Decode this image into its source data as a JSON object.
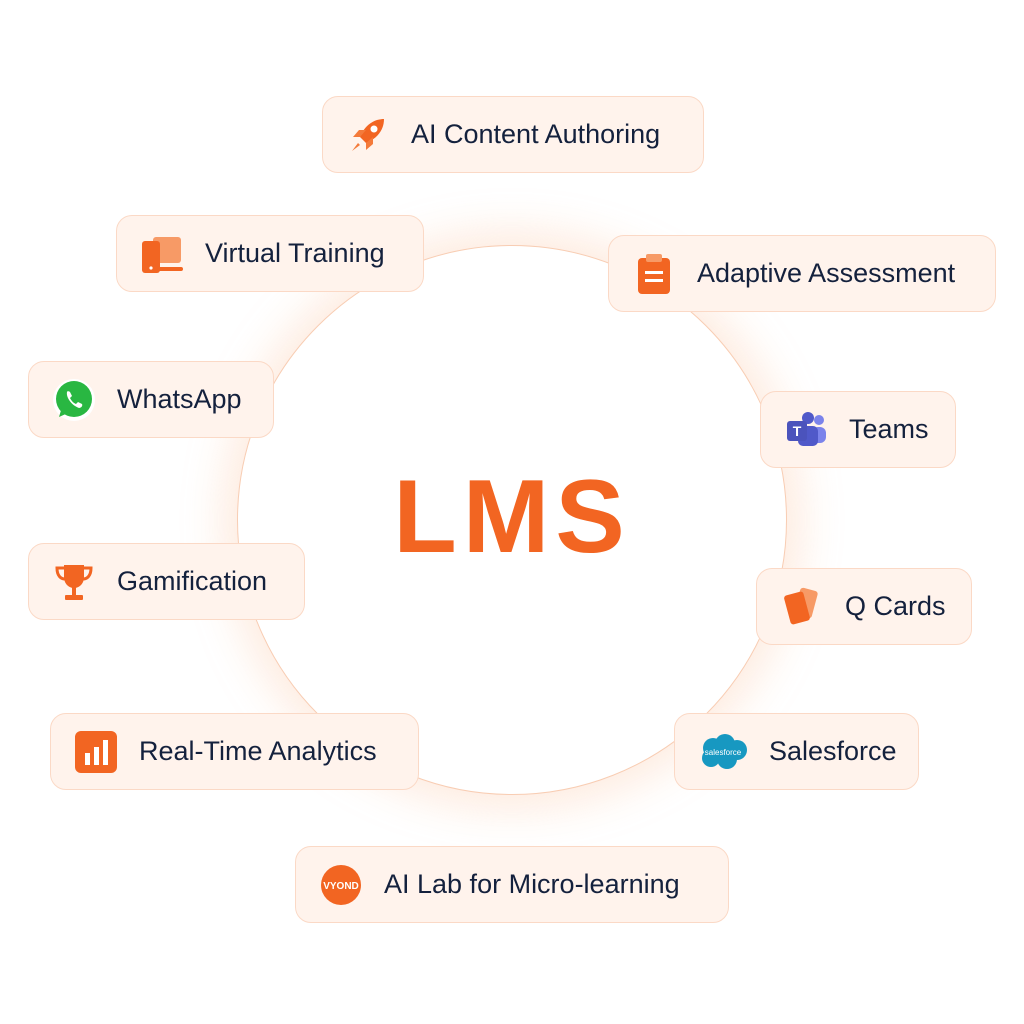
{
  "center": {
    "title": "LMS"
  },
  "colors": {
    "accent": "#f26522",
    "text": "#14213d",
    "pill_bg": "#fff3ec",
    "pill_border": "#fbd9c6"
  },
  "features": [
    {
      "label": "AI Content Authoring",
      "icon": "rocket-icon"
    },
    {
      "label": "Virtual Training",
      "icon": "devices-icon"
    },
    {
      "label": "Adaptive Assessment",
      "icon": "clipboard-icon"
    },
    {
      "label": "WhatsApp",
      "icon": "whatsapp-icon"
    },
    {
      "label": "Teams",
      "icon": "teams-icon"
    },
    {
      "label": "Gamification",
      "icon": "trophy-icon"
    },
    {
      "label": "Q Cards",
      "icon": "cards-icon"
    },
    {
      "label": "Real-Time Analytics",
      "icon": "bar-chart-icon"
    },
    {
      "label": "Salesforce",
      "icon": "salesforce-icon",
      "logo_text": "salesforce"
    },
    {
      "label": "AI Lab for Micro-learning",
      "icon": "vyond-icon",
      "logo_text": "VYOND"
    }
  ]
}
